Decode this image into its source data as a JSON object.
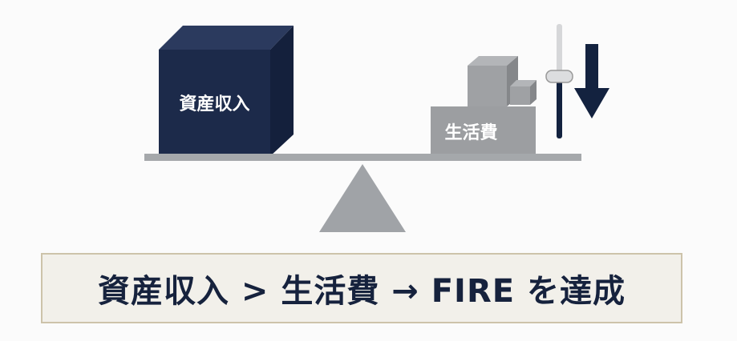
{
  "left_block": {
    "label": "資産収入"
  },
  "right_block": {
    "label": "生活費"
  },
  "caption": {
    "text": "資産収入 > 生活費 → FIRE を達成"
  },
  "colors": {
    "navy": "#1c2a4a",
    "gray": "#9a9c9f",
    "caption_bg": "#f2f0ea",
    "caption_border": "#cdc3aa"
  }
}
